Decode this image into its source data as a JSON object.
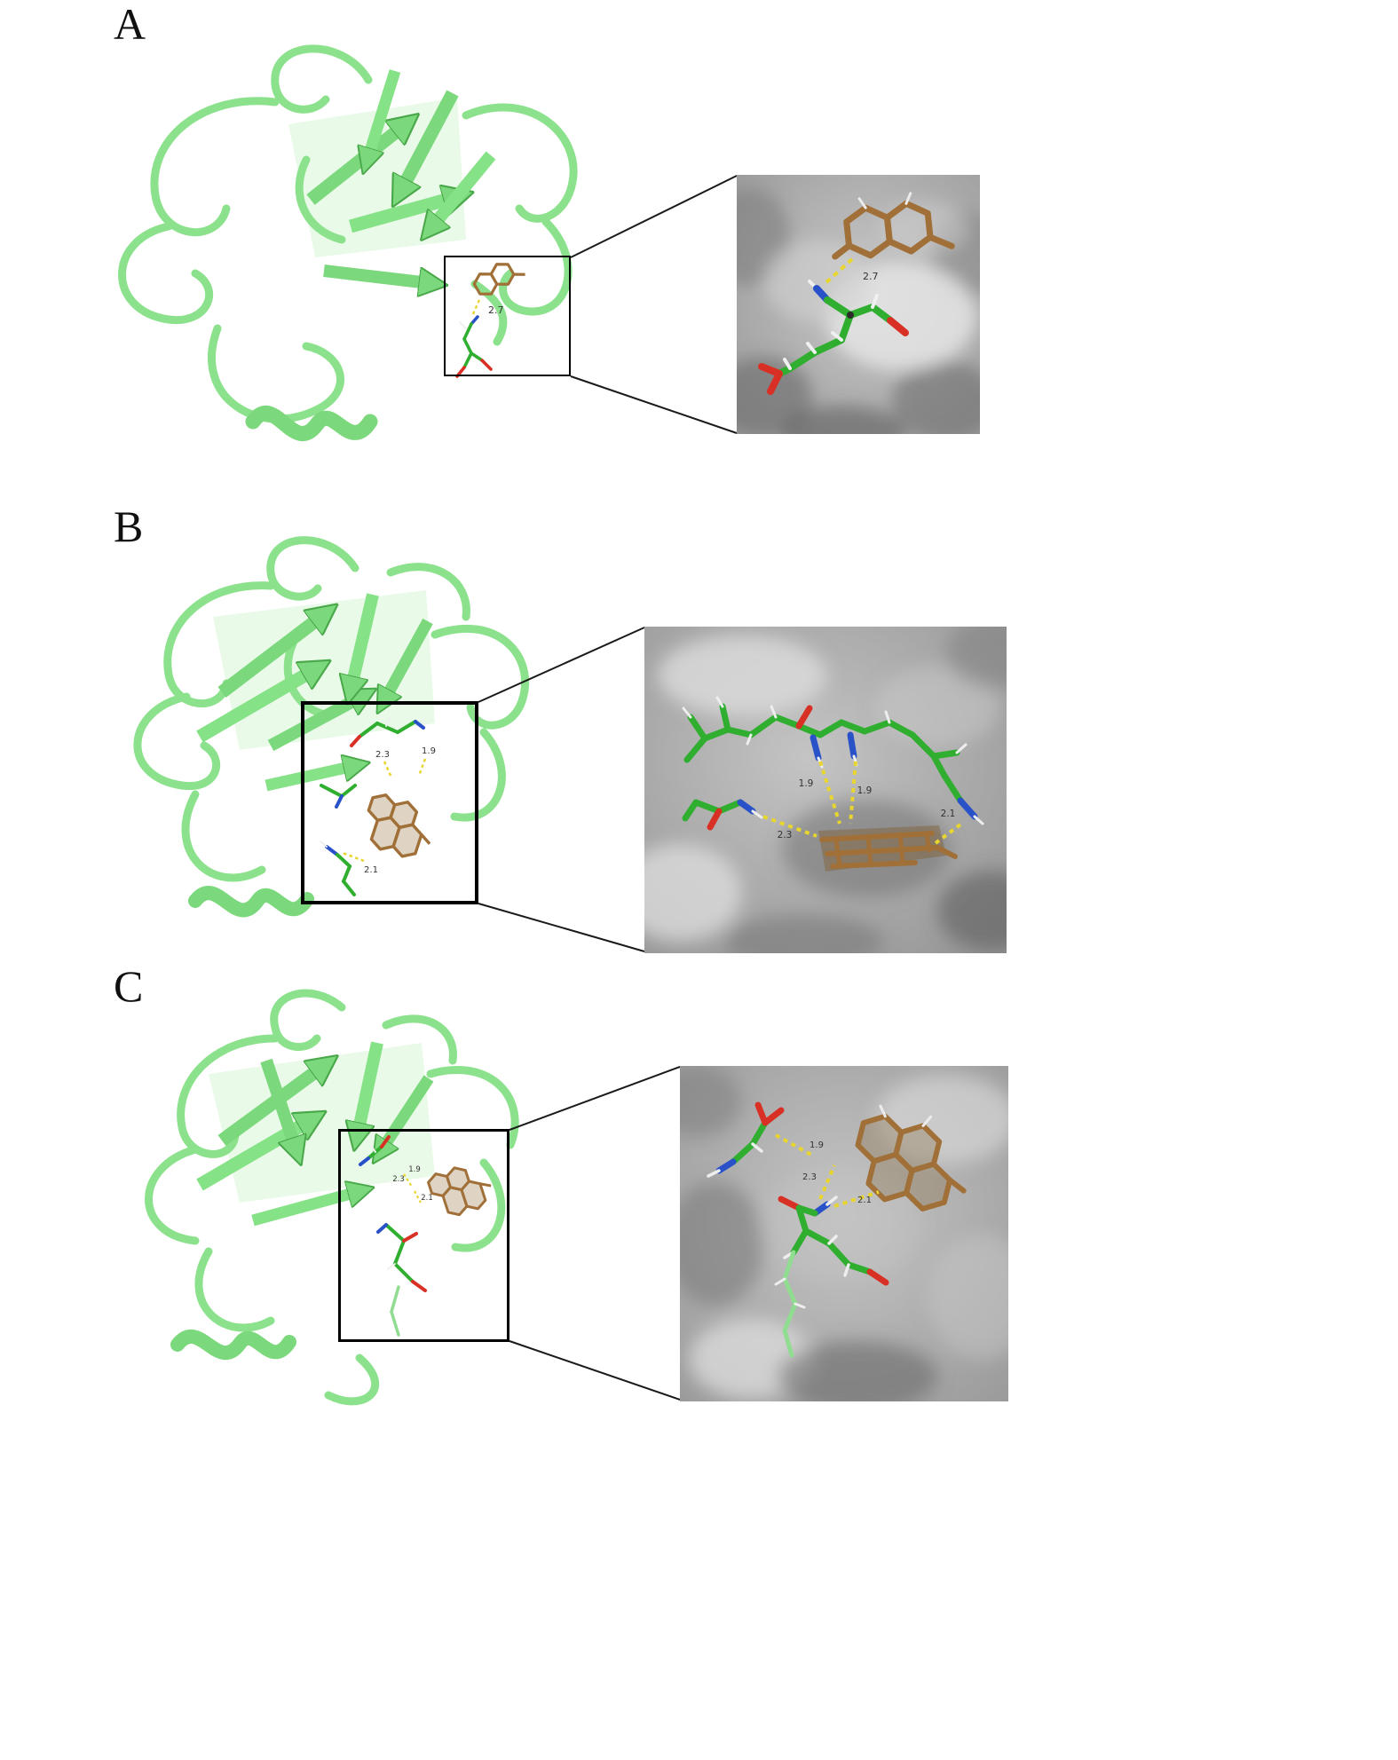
{
  "figure": {
    "panels": [
      {
        "label": "A",
        "main": {
          "distances": [
            "2.7"
          ]
        },
        "inset": {
          "distances": [
            "2.7"
          ]
        }
      },
      {
        "label": "B",
        "main": {
          "distances": [
            "2.3",
            "1.9",
            "2.1"
          ]
        },
        "inset": {
          "distances": [
            "1.9",
            "1.9",
            "2.3",
            "2.1"
          ]
        }
      },
      {
        "label": "C",
        "main": {
          "distances": [
            "2.3",
            "1.9",
            "2.1"
          ]
        },
        "inset": {
          "distances": [
            "1.9",
            "2.3",
            "2.1"
          ]
        }
      }
    ],
    "colors": {
      "protein_cartoon": "#8ce28c",
      "ligand": "#a07038",
      "residue_carbon": "#2fae2f",
      "oxygen": "#d93025",
      "nitrogen": "#2a52c8",
      "hydrogen_bond": "#e8d52e",
      "surface": "#9e9e9e",
      "background": "#ffffff",
      "zoom_box": "#000000"
    }
  }
}
